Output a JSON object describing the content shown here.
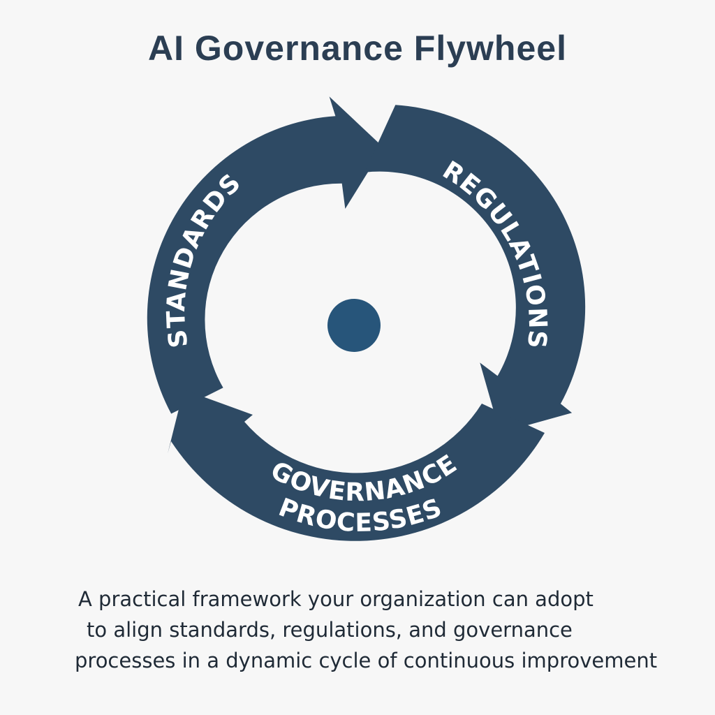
{
  "header": {
    "title": "AI Governance Flywheel"
  },
  "flywheel": {
    "segments": [
      {
        "label": "STANDARDS"
      },
      {
        "label": "REGULATIONS"
      },
      {
        "label_line1": "GOVERNANCE",
        "label_line2": "PROCESSES"
      }
    ],
    "colors": {
      "arrow": "#2e4a64",
      "hub": "#27557a",
      "background": "#f7f7f7",
      "title": "#2b3e53"
    }
  },
  "caption": {
    "line1": "A practical  framework your organization can adopt",
    "line2": "to align standards, regulations, and governance",
    "line3": "processes in a dynamic cycle of continuous improvement"
  }
}
